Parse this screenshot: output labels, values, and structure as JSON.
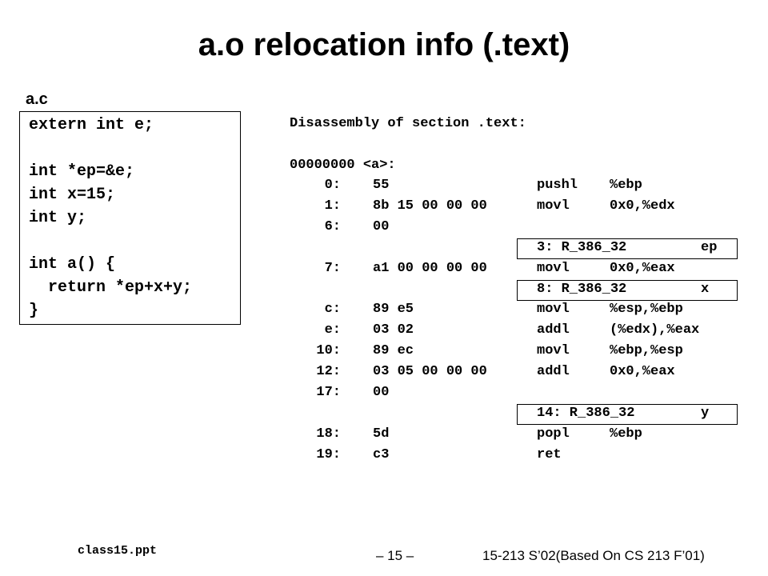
{
  "slide": {
    "title": "a.o relocation info (.text)"
  },
  "source": {
    "label": "a.c",
    "lines": [
      "extern int e;",
      "int *ep=&e;",
      "int x=15;",
      "int y;",
      "int a() {",
      "  return *ep+x+y;",
      "}"
    ]
  },
  "disassembly": {
    "header": "Disassembly of section .text:",
    "symbol": "00000000 <a>:",
    "rows": [
      {
        "addr": "0:",
        "bytes": "55",
        "op": "pushl",
        "args": "%ebp"
      },
      {
        "addr": "1:",
        "bytes": "8b 15 00 00 00",
        "op": "movl",
        "args": "0x0,%edx"
      },
      {
        "addr": "6:",
        "bytes": "00",
        "op": "",
        "args": ""
      },
      {
        "reloc": "3: R_386_32",
        "sym": "ep"
      },
      {
        "addr": "7:",
        "bytes": "a1 00 00 00 00",
        "op": "movl",
        "args": "0x0,%eax"
      },
      {
        "reloc": "8: R_386_32",
        "sym": "x"
      },
      {
        "addr": "c:",
        "bytes": "89 e5",
        "op": "movl",
        "args": "%esp,%ebp"
      },
      {
        "addr": "e:",
        "bytes": "03 02",
        "op": "addl",
        "args": "(%edx),%eax"
      },
      {
        "addr": "10:",
        "bytes": "89 ec",
        "op": "movl",
        "args": "%ebp,%esp"
      },
      {
        "addr": "12:",
        "bytes": "03 05 00 00 00",
        "op": "addl",
        "args": "0x0,%eax"
      },
      {
        "addr": "17:",
        "bytes": "00",
        "op": "",
        "args": ""
      },
      {
        "reloc": "14: R_386_32",
        "sym": "y"
      },
      {
        "addr": "18:",
        "bytes": "5d",
        "op": "popl",
        "args": "%ebp"
      },
      {
        "addr": "19:",
        "bytes": "c3",
        "op": "ret",
        "args": ""
      }
    ]
  },
  "footer": {
    "left": "class15.ppt",
    "center": "– 15 –",
    "right": "15-213 S’02(Based On CS 213 F’01)"
  }
}
